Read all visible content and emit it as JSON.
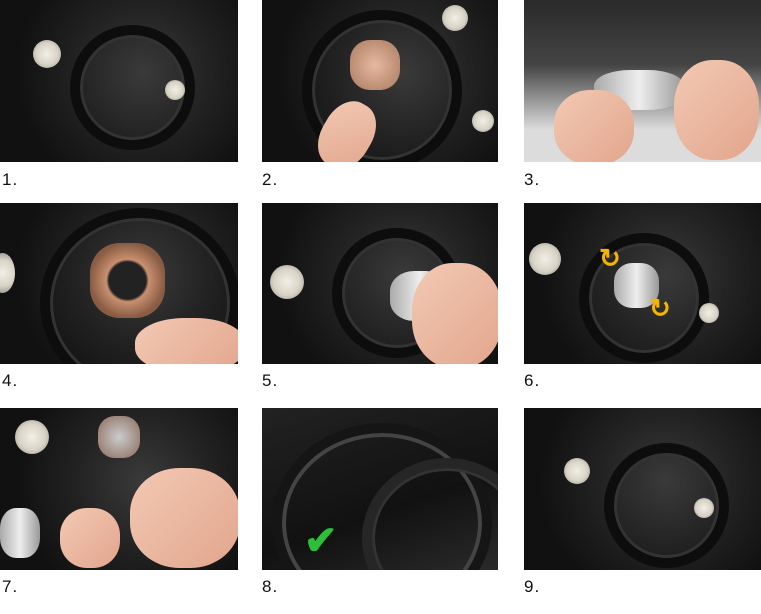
{
  "steps": [
    {
      "label": "1."
    },
    {
      "label": "2."
    },
    {
      "label": "3."
    },
    {
      "label": "4."
    },
    {
      "label": "5."
    },
    {
      "label": "6."
    },
    {
      "label": "7."
    },
    {
      "label": "8."
    },
    {
      "label": "9."
    }
  ],
  "colors": {
    "arrow": "#f5b400",
    "check": "#2bbf3a"
  }
}
